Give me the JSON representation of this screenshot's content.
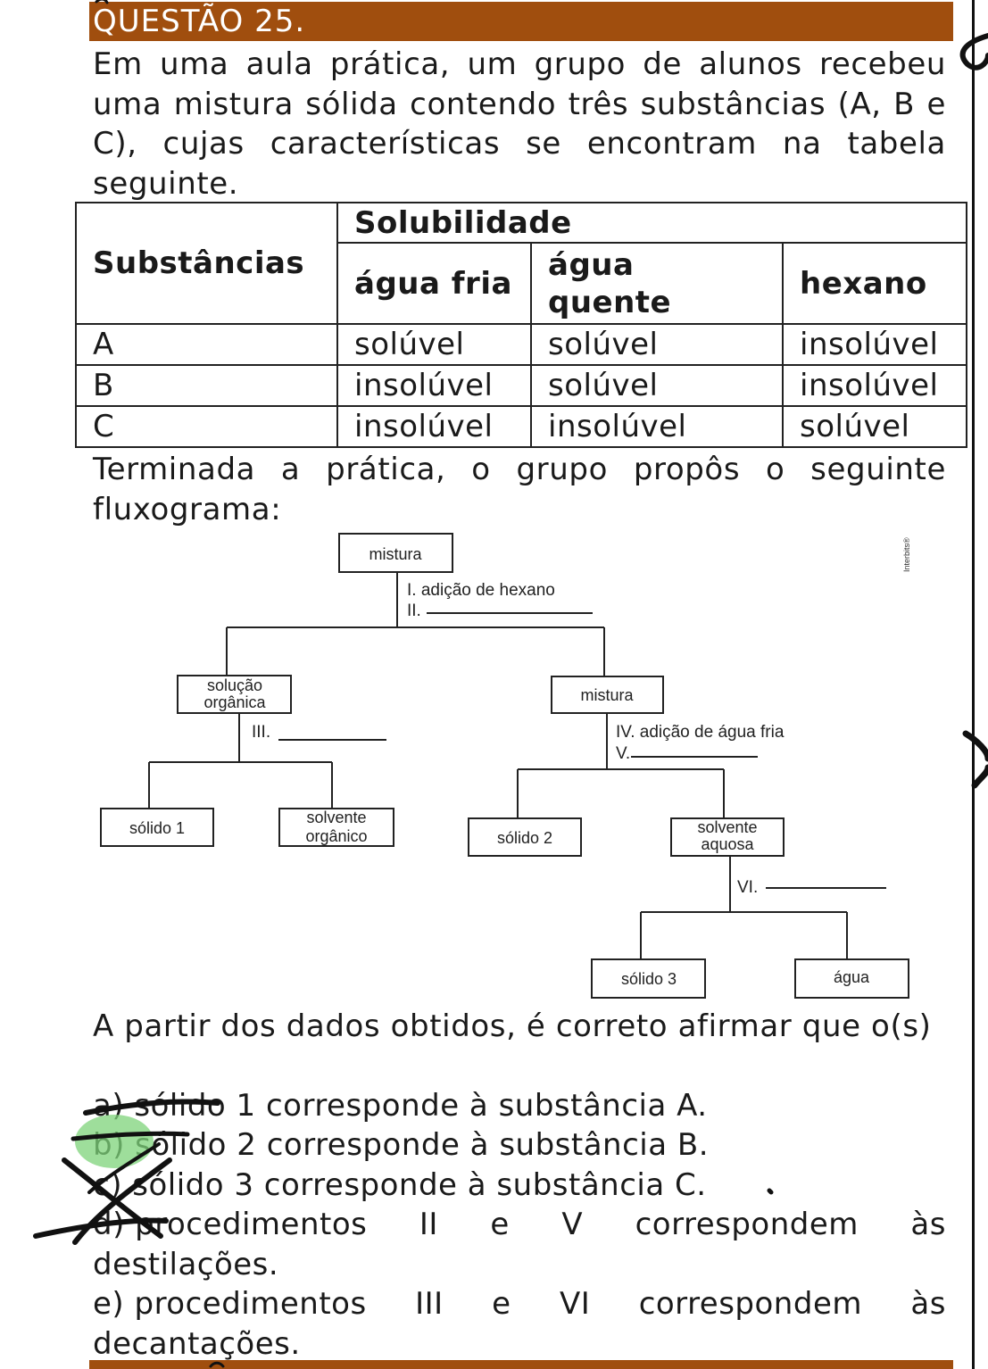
{
  "header": {
    "title": "QUESTÃO 25."
  },
  "intro": "Em uma aula prática, um grupo de alunos recebeu uma mistura sólida contendo três substâncias (A, B e C), cujas características se encontram na tabela seguinte.",
  "table": {
    "col_substancias": "Substâncias",
    "col_solubilidade": "Solubilidade",
    "sub_headers": [
      "água fria",
      "água quente",
      "hexano"
    ],
    "rows": [
      {
        "name": "A",
        "values": [
          "solúvel",
          "solúvel",
          "insolúvel"
        ]
      },
      {
        "name": "B",
        "values": [
          "insolúvel",
          "solúvel",
          "insolúvel"
        ]
      },
      {
        "name": "C",
        "values": [
          "insolúvel",
          "insolúvel",
          "solúvel"
        ]
      }
    ]
  },
  "after_table": "Terminada a prática, o grupo propôs o seguinte fluxograma:",
  "flowchart": {
    "credit": "Interbits®",
    "boxes": {
      "mistura_top": "mistura",
      "solucao_organica_1": "solução",
      "solucao_organica_2": "orgânica",
      "mistura_2": "mistura",
      "solido_1": "sólido 1",
      "solvente_organico_1": "solvente",
      "solvente_organico_2": "orgânico",
      "solido_2": "sólido 2",
      "solvente_aquoso_1": "solvente",
      "solvente_aquoso_2": "aquosa",
      "solido_3": "sólido 3",
      "agua": "água"
    },
    "steps": {
      "step_1": "I. adição de hexano",
      "step_2": "II.",
      "step_3": "III.",
      "step_4": "IV. adição de água fria",
      "step_5": "V.",
      "step_6": "VI."
    }
  },
  "question": "A partir dos dados obtidos, é correto afirmar que o(s)",
  "options": {
    "a": "a) sólido 1 corresponde à substância A.",
    "b": "b) sólido 2 corresponde à substância B.",
    "c": "c) sólido 3 corresponde à substância C.",
    "d_line1": [
      "d) procedimentos",
      "II",
      "e",
      "V",
      "correspondem",
      "às"
    ],
    "d_line2": "destilações.",
    "e_line1": [
      "e) procedimentos",
      "III",
      "e",
      "VI",
      "correspondem",
      "às"
    ],
    "e_line2": "decantações."
  },
  "colors": {
    "header_bar": "#a04e0e",
    "highlight": "#7ed37a",
    "ink": "#111111"
  }
}
